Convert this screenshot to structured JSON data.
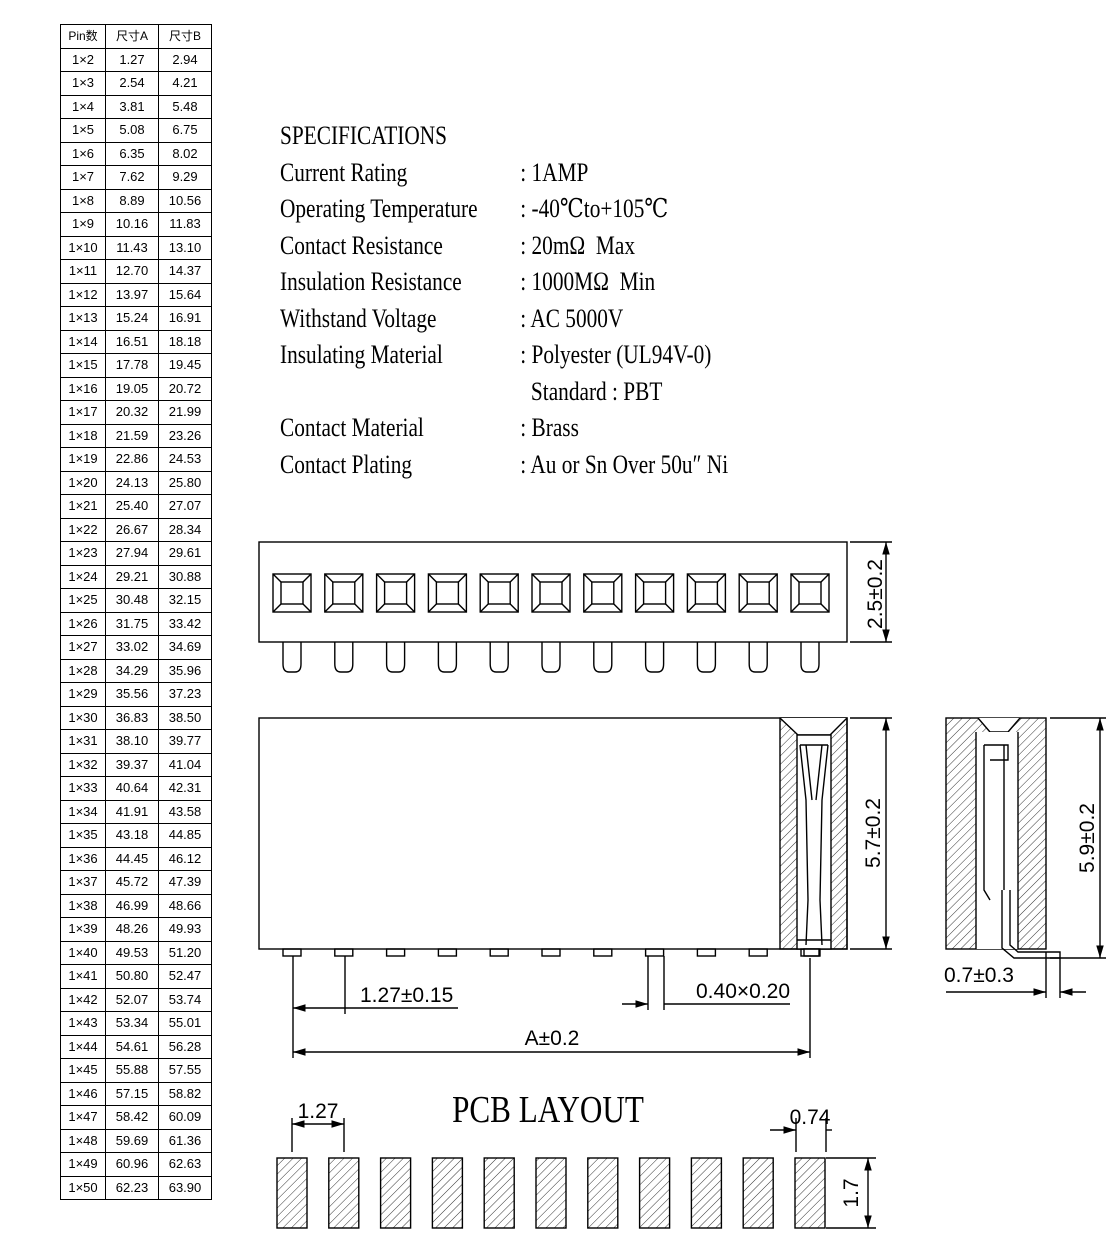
{
  "table": {
    "headers": [
      "Pin数",
      "尺寸A",
      "尺寸B"
    ],
    "rows": [
      [
        "1×2",
        "1.27",
        "2.94"
      ],
      [
        "1×3",
        "2.54",
        "4.21"
      ],
      [
        "1×4",
        "3.81",
        "5.48"
      ],
      [
        "1×5",
        "5.08",
        "6.75"
      ],
      [
        "1×6",
        "6.35",
        "8.02"
      ],
      [
        "1×7",
        "7.62",
        "9.29"
      ],
      [
        "1×8",
        "8.89",
        "10.56"
      ],
      [
        "1×9",
        "10.16",
        "11.83"
      ],
      [
        "1×10",
        "11.43",
        "13.10"
      ],
      [
        "1×11",
        "12.70",
        "14.37"
      ],
      [
        "1×12",
        "13.97",
        "15.64"
      ],
      [
        "1×13",
        "15.24",
        "16.91"
      ],
      [
        "1×14",
        "16.51",
        "18.18"
      ],
      [
        "1×15",
        "17.78",
        "19.45"
      ],
      [
        "1×16",
        "19.05",
        "20.72"
      ],
      [
        "1×17",
        "20.32",
        "21.99"
      ],
      [
        "1×18",
        "21.59",
        "23.26"
      ],
      [
        "1×19",
        "22.86",
        "24.53"
      ],
      [
        "1×20",
        "24.13",
        "25.80"
      ],
      [
        "1×21",
        "25.40",
        "27.07"
      ],
      [
        "1×22",
        "26.67",
        "28.34"
      ],
      [
        "1×23",
        "27.94",
        "29.61"
      ],
      [
        "1×24",
        "29.21",
        "30.88"
      ],
      [
        "1×25",
        "30.48",
        "32.15"
      ],
      [
        "1×26",
        "31.75",
        "33.42"
      ],
      [
        "1×27",
        "33.02",
        "34.69"
      ],
      [
        "1×28",
        "34.29",
        "35.96"
      ],
      [
        "1×29",
        "35.56",
        "37.23"
      ],
      [
        "1×30",
        "36.83",
        "38.50"
      ],
      [
        "1×31",
        "38.10",
        "39.77"
      ],
      [
        "1×32",
        "39.37",
        "41.04"
      ],
      [
        "1×33",
        "40.64",
        "42.31"
      ],
      [
        "1×34",
        "41.91",
        "43.58"
      ],
      [
        "1×35",
        "43.18",
        "44.85"
      ],
      [
        "1×36",
        "44.45",
        "46.12"
      ],
      [
        "1×37",
        "45.72",
        "47.39"
      ],
      [
        "1×38",
        "46.99",
        "48.66"
      ],
      [
        "1×39",
        "48.26",
        "49.93"
      ],
      [
        "1×40",
        "49.53",
        "51.20"
      ],
      [
        "1×41",
        "50.80",
        "52.47"
      ],
      [
        "1×42",
        "52.07",
        "53.74"
      ],
      [
        "1×43",
        "53.34",
        "55.01"
      ],
      [
        "1×44",
        "54.61",
        "56.28"
      ],
      [
        "1×45",
        "55.88",
        "57.55"
      ],
      [
        "1×46",
        "57.15",
        "58.82"
      ],
      [
        "1×47",
        "58.42",
        "60.09"
      ],
      [
        "1×48",
        "59.69",
        "61.36"
      ],
      [
        "1×49",
        "60.96",
        "62.63"
      ],
      [
        "1×50",
        "62.23",
        "63.90"
      ]
    ]
  },
  "specs": {
    "title": "SPECIFICATIONS",
    "items": [
      {
        "label": "Current Rating",
        "value": ": 1AMP"
      },
      {
        "label": "Operating Temperature",
        "value": ": -40℃to+105℃"
      },
      {
        "label": "Contact Resistance",
        "value": ": 20mΩ  Max"
      },
      {
        "label": "Insulation Resistance",
        "value": ": 1000MΩ  Min"
      },
      {
        "label": "Withstand Voltage",
        "value": ": AC 5000V"
      },
      {
        "label": "Insulating Material",
        "value": ": Polyester (UL94V-0)"
      },
      {
        "label": "",
        "value": "  Standard : PBT"
      },
      {
        "label": "Contact Material",
        "value": ": Brass"
      },
      {
        "label": "Contact Plating",
        "value": ": Au or Sn Over 50u″ Ni"
      }
    ]
  },
  "dims": {
    "top_height": "2.5±0.2",
    "front_height": "5.7±0.2",
    "side_height": "5.9±0.2",
    "pitch": "1.27±0.15",
    "pin_size": "0.40×0.20",
    "length": "A±0.2",
    "tail": "0.7±0.3",
    "pcb_title": "PCB LAYOUT",
    "pcb_pitch": "1.27",
    "pcb_pad_width": "0.74",
    "pcb_pad_height": "1.7"
  },
  "drawing": {
    "pin_count_shown": 11,
    "pcb_pad_count": 11
  }
}
